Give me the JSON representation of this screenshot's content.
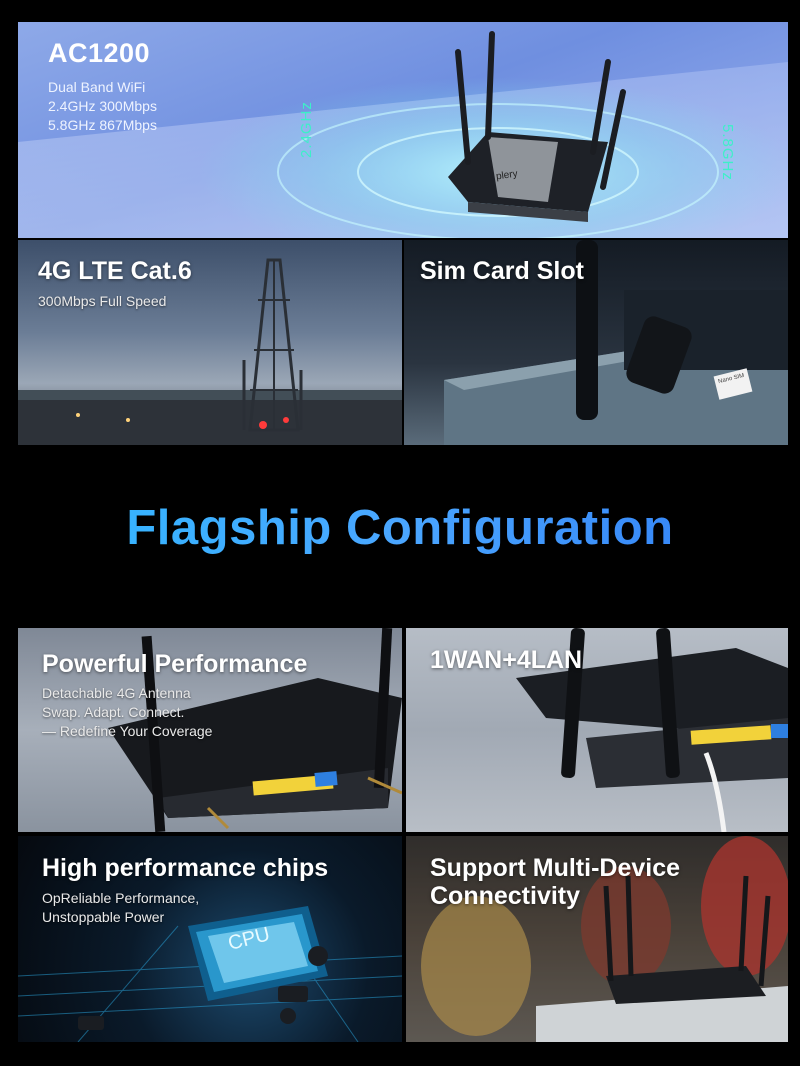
{
  "banner": {
    "title": "AC1200",
    "line1": "Dual Band WiFi",
    "line2": "2.4GHz 300Mbps",
    "line3": "5.8GHz 867Mbps",
    "band_left": "2.4GHz",
    "band_right": "5.8GHz",
    "brand": "plery"
  },
  "lte": {
    "title": "4G LTE Cat.6",
    "subtitle": "300Mbps Full Speed"
  },
  "sim": {
    "title": "Sim Card Slot",
    "card_text": "Nano SIM"
  },
  "heading": "Flagship Configuration",
  "performance": {
    "title": "Powerful Performance",
    "line1": "Detachable 4G Antenna",
    "line2": "Swap. Adapt. Connect.",
    "line3": "— Redefine Your Coverage"
  },
  "wan": {
    "title": "1WAN+4LAN"
  },
  "chips": {
    "title": "High performance chips",
    "line1": "OpReliable Performance,",
    "line2": "Unstoppable Power",
    "chip_label": "CPU"
  },
  "multi": {
    "title_line1": "Support Multi-Device",
    "title_line2": "Connectivity"
  },
  "colors": {
    "heading_start": "#2fb9ff",
    "heading_end": "#2f7cf5",
    "wifi_glow": "#3df0c8",
    "lan_port": "#f2d23a",
    "wan_port": "#2e7fe0"
  }
}
